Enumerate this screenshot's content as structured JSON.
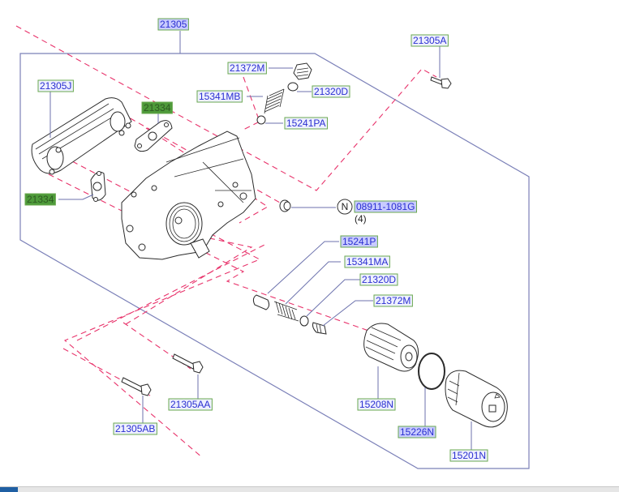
{
  "diagram": {
    "title": "Oil Filter & Cooler Assembly",
    "labels": {
      "assembly": "21305",
      "cooler": "21305J",
      "bolt_top_right": "21305A",
      "gasket_upper": "21334",
      "gasket_lower": "21334",
      "plug_upper": "21372M",
      "washer_upper": "21320D",
      "spring_upper": "15341MB",
      "ball_upper": "15241PA",
      "nut_code": "08911-1081G",
      "nut_symbol": "N",
      "nut_qty": "(4)",
      "plunger_lower": "15241P",
      "spring_lower": "15341MA",
      "washer_lower": "21320D",
      "plug_lower": "21372M",
      "bolt_aa": "21305AA",
      "bolt_ab": "21305AB",
      "filter_element": "15208N",
      "o_ring": "15226N",
      "filter_cap": "15201N"
    },
    "colors": {
      "label_text": "#2a2fd0",
      "label_border": "#6aa84f",
      "highlight_fill": "#4e9a3a",
      "frame": "#7b80b8",
      "dashed_line": "#e8336b"
    }
  }
}
